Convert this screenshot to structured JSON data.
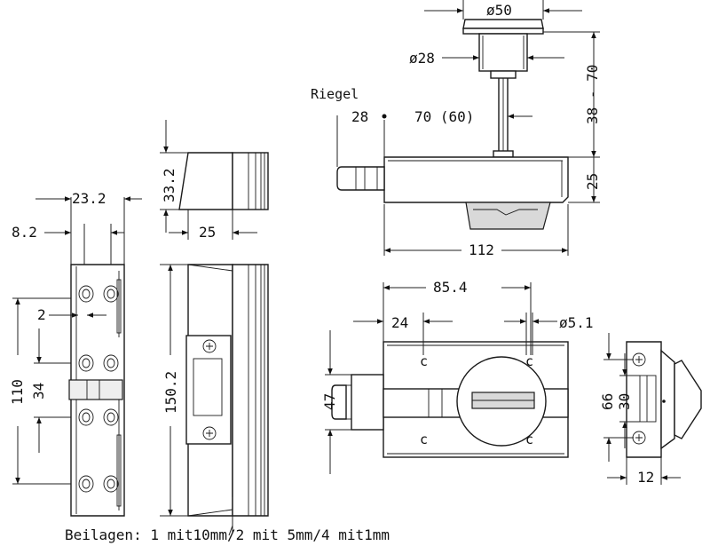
{
  "dimensions": {
    "d50": "ø50",
    "d28": "ø28",
    "riegel": "Riegel",
    "r28": "28",
    "r70": "70 (60)",
    "r3870": "38 - 70",
    "r25": "25",
    "r112": "112",
    "s332": "33.2",
    "s232": "23.2",
    "s82": "8.2",
    "s25": "25",
    "s2": "2",
    "s110": "110",
    "s34": "34",
    "s1502": "150.2",
    "b854": "85.4",
    "b24": "24",
    "b51": "ø5.1",
    "b47": "47",
    "b66": "66",
    "b30": "30",
    "b12": "12"
  },
  "footer": {
    "text": "Beilagen: 1 mit10mm/2 mit 5mm/4 mit1mm"
  }
}
